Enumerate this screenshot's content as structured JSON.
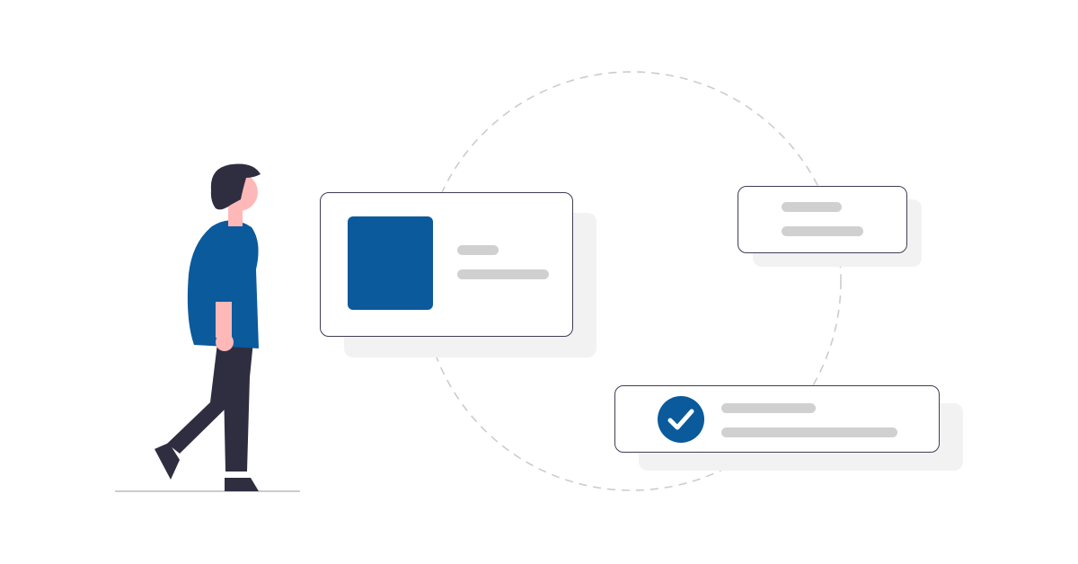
{
  "colors": {
    "background": "#ffffff",
    "primary": "#0a5a9c",
    "outline": "#3f3d56",
    "placeholder": "#d0d0d0",
    "shadow": "#f2f2f2",
    "dashed_circle": "#cccccc",
    "skin": "#ffb8b8",
    "dark": "#2f2e41",
    "ground": "#cccccc"
  },
  "icons": {
    "check": "check-circle-icon",
    "image": "image-placeholder-icon",
    "person": "person-illustration"
  },
  "cards": [
    {
      "name": "media-card",
      "placeholder_lines": 2,
      "has_image": true
    },
    {
      "name": "small-card",
      "placeholder_lines": 2
    },
    {
      "name": "checked-card",
      "placeholder_lines": 2,
      "checked": true
    }
  ]
}
